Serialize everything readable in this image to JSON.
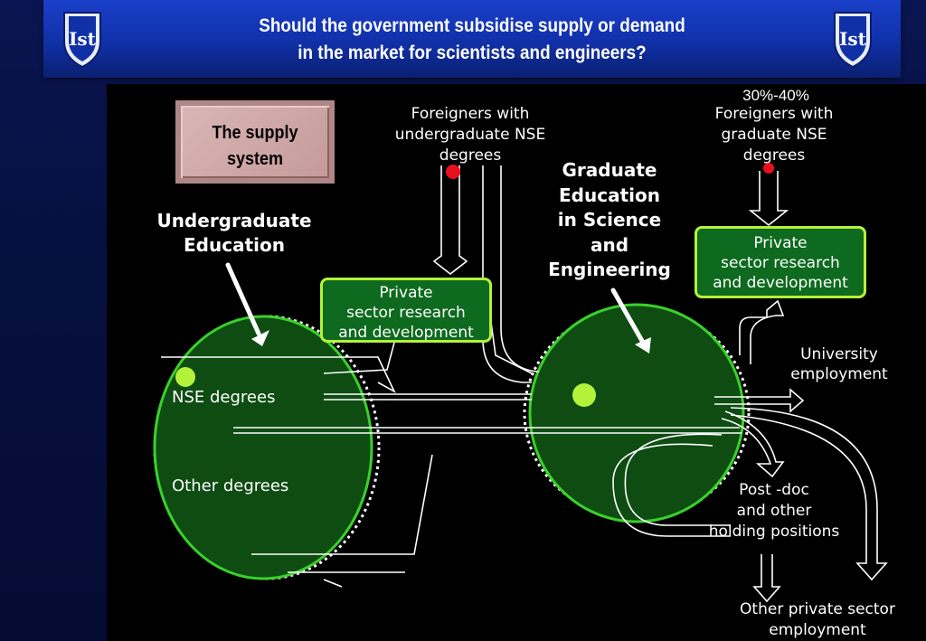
{
  "header": {
    "title_line1": "Should the government subsidise supply or demand",
    "title_line2": "in the market for scientists and engineers?"
  },
  "diagram": {
    "supply_box": {
      "line1": "The supply",
      "line2": "system"
    },
    "undergrad_title": {
      "line1": "Undergraduate",
      "line2": "Education"
    },
    "undergrad_nse": "NSE degrees",
    "undergrad_other": "Other degrees",
    "foreign_undergrad": {
      "line1": "Foreigners with",
      "line2": "undergraduate NSE",
      "line3": "degrees"
    },
    "foreign_grad": {
      "line1": "Foreigners with",
      "line2": "graduate NSE",
      "line3": "degrees"
    },
    "foreign_grad_share": "30%-40%",
    "grad_title": {
      "line1": "Graduate",
      "line2": "Education",
      "line3": "in Science",
      "line4": "and",
      "line5": "Engineering"
    },
    "private_rd_left": {
      "line1": "Private",
      "line2": "sector research",
      "line3": "and development"
    },
    "private_rd_right": {
      "line1": "Private",
      "line2": "sector research",
      "line3": "and development"
    },
    "university_employment": {
      "line1": "University",
      "line2": "employment"
    },
    "postdoc": {
      "line1": "Post -doc",
      "line2": "and other",
      "line3": "holding positions"
    },
    "other_private": {
      "line1": "Other private sector",
      "line2": "employment"
    }
  },
  "colors": {
    "header_blue": "#1a3fc9",
    "background_navy": "#06103f",
    "ellipse_fill": "#0e4c12",
    "ellipse_border": "#39d12a",
    "box_fill": "#0d6a1e",
    "box_border": "#b4f23a",
    "red_dot": "#e8101c",
    "lime_dot": "#b4f23a",
    "supply_box_pink": "#d9b6b6"
  },
  "icons": {
    "logo_left": "shield-logo-icon",
    "logo_right": "shield-logo-icon"
  }
}
